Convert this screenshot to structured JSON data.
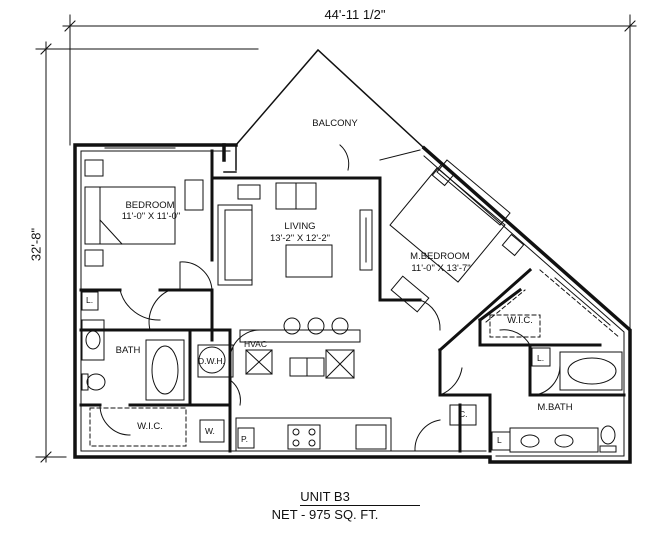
{
  "dimensions": {
    "width": "44'-11 1/2\"",
    "depth": "32'-8\""
  },
  "rooms": {
    "bedroom": {
      "name": "BEDROOM",
      "size": "11'-0\" X 11'-0\""
    },
    "living": {
      "name": "LIVING",
      "size": "13'-2\" X 12'-2\""
    },
    "master_bedroom": {
      "name": "M.BEDROOM",
      "size": "11'-0\" X 13'-7\""
    },
    "balcony": "BALCONY",
    "bath": "BATH",
    "master_bath": "M.BATH",
    "wic_1": "W.I.C.",
    "wic_2": "W.I.C."
  },
  "fixtures": {
    "linen_1": "L.",
    "linen_2": "L.",
    "linen_3": "L",
    "hvac": "HVAC",
    "water_heater": "D.W.H.",
    "washer": "W.",
    "pantry": "P.",
    "closet": "C."
  },
  "caption": {
    "unit": "UNIT B3",
    "area": "NET - 975 SQ. FT."
  }
}
